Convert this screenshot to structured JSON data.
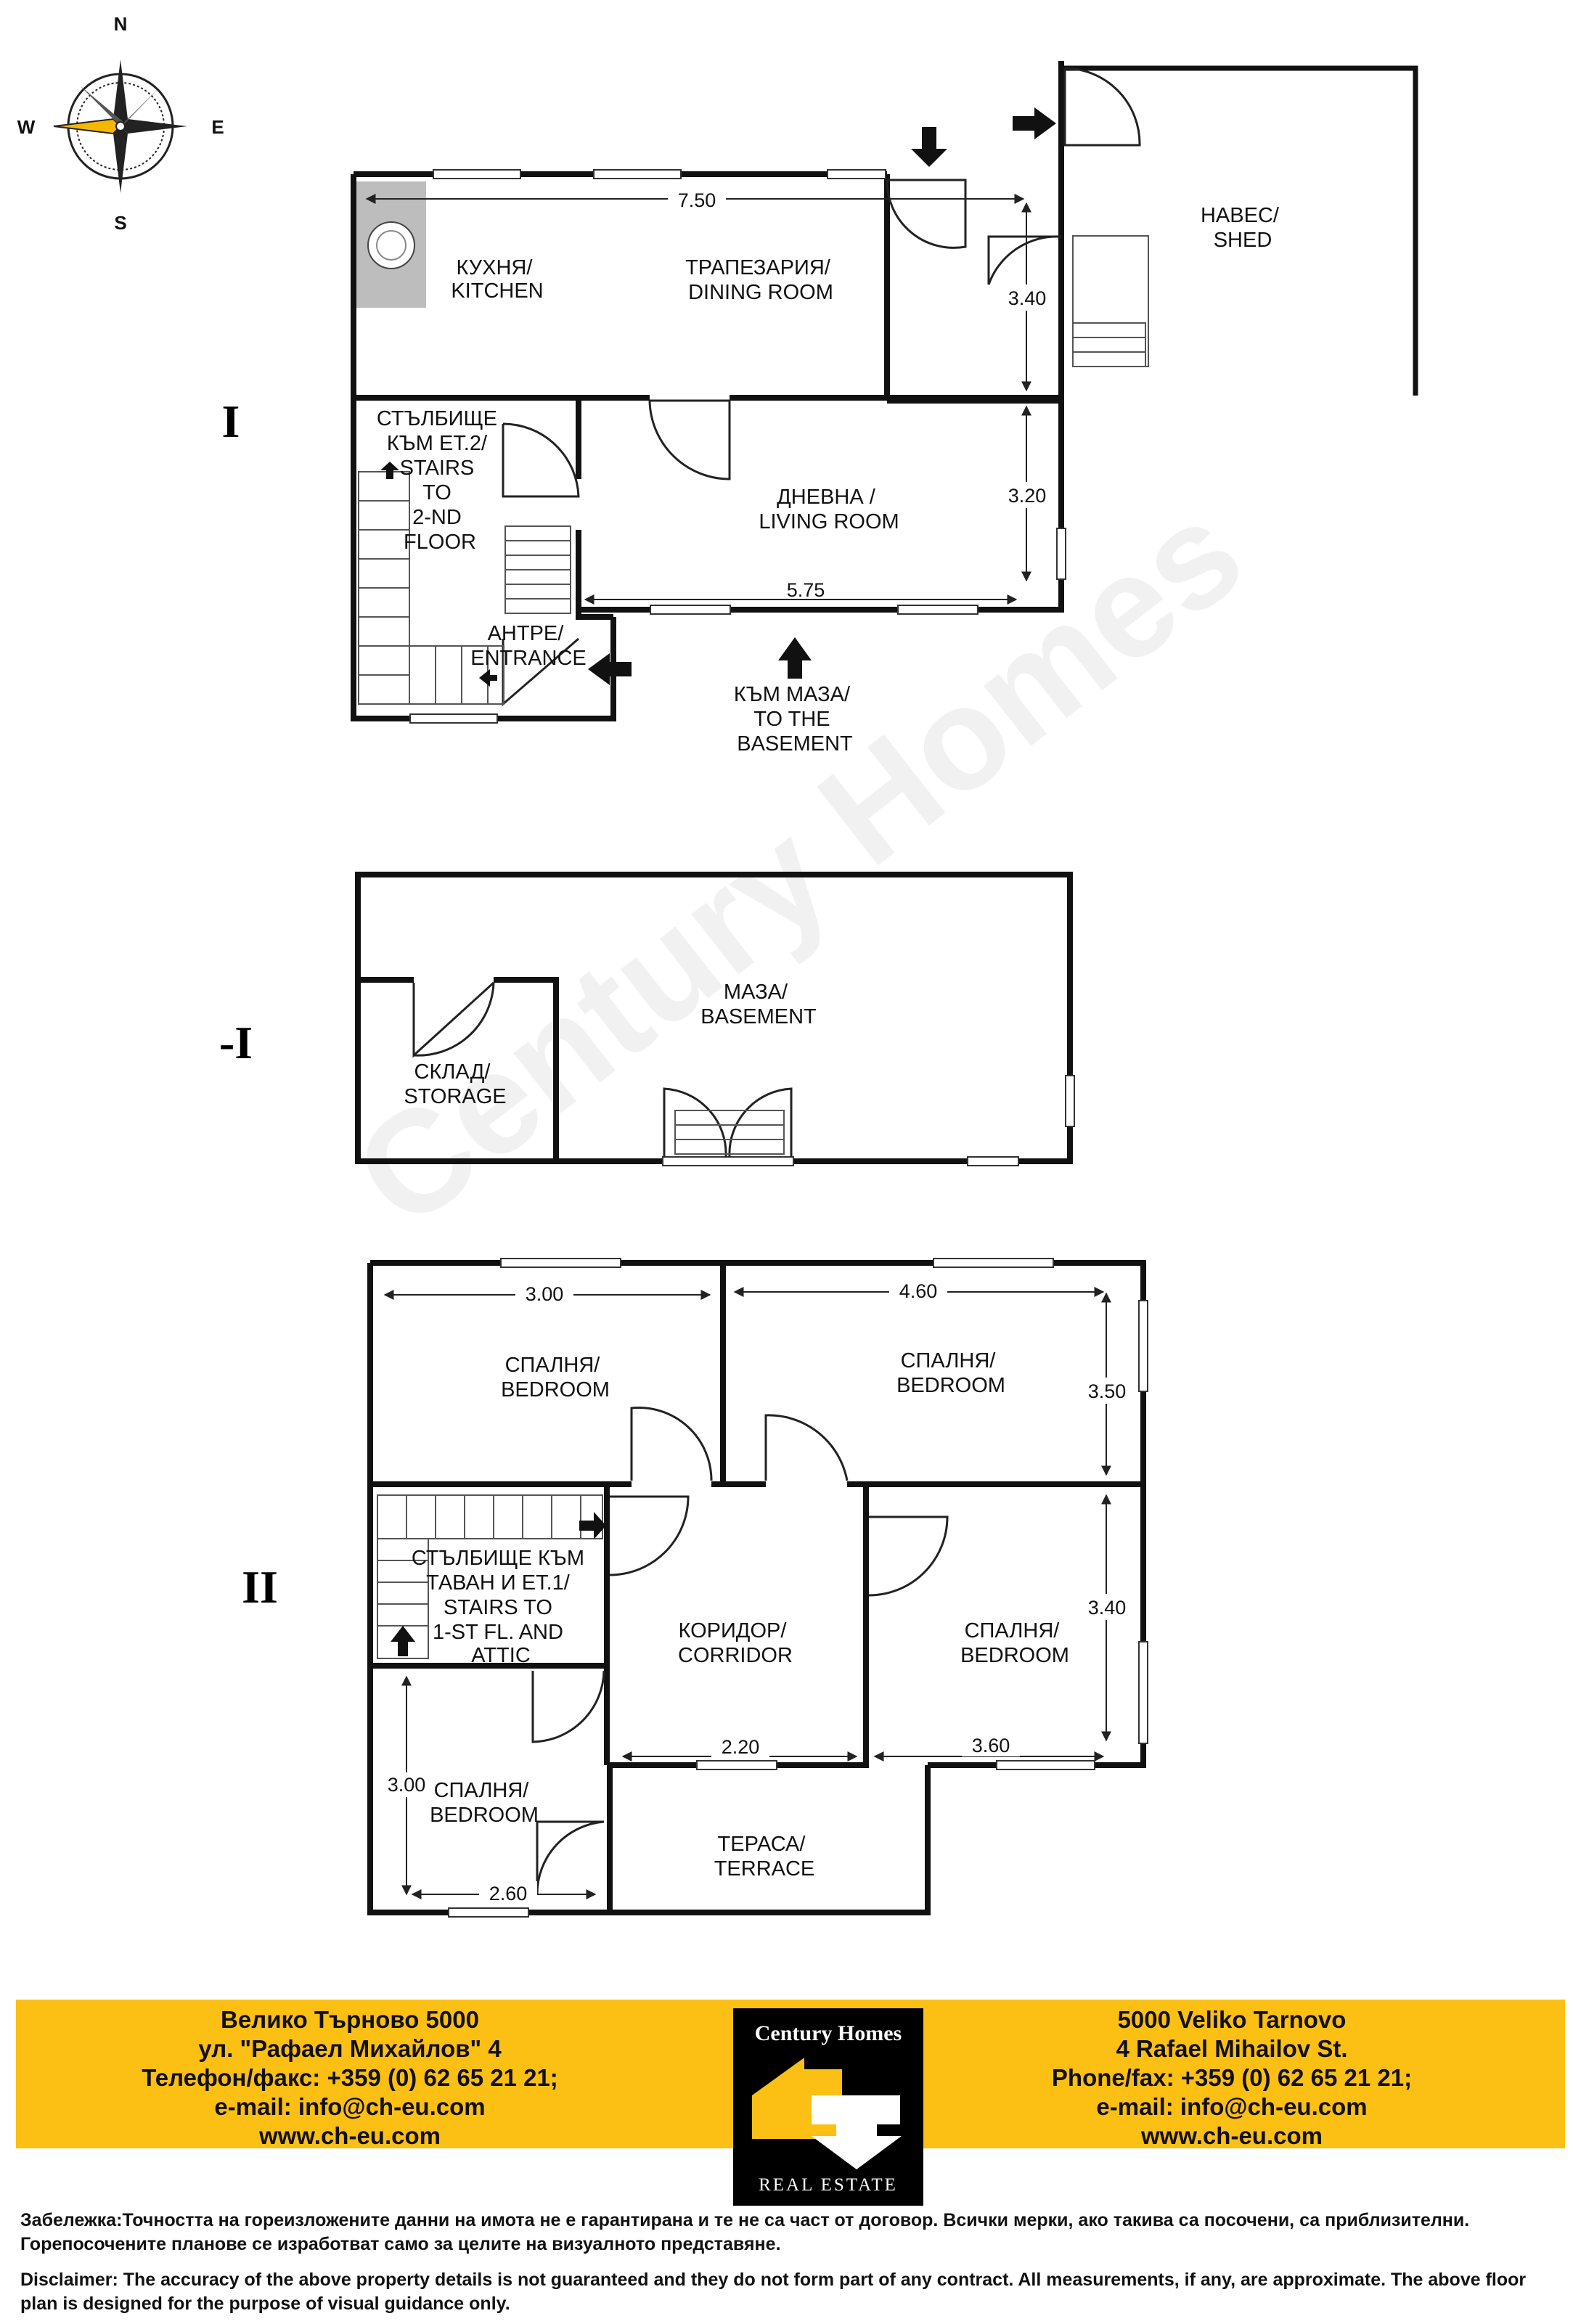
{
  "compass": {
    "n": "N",
    "e": "E",
    "s": "S",
    "w": "W"
  },
  "watermark": "Century Homes",
  "floors": {
    "ground": {
      "label": "I",
      "rooms": {
        "kitchen": [
          "КУХНЯ/",
          "KITCHEN"
        ],
        "dining": [
          "ТРАПЕЗАРИЯ/",
          "DINING ROOM"
        ],
        "shed": [
          "НАВЕС/",
          "SHED"
        ],
        "stairs": [
          "СТЪЛБИЩЕ",
          "КЪМ ЕТ.2/",
          "STAIRS",
          "TO",
          "2-ND",
          "FLOOR"
        ],
        "living": [
          "ДНЕВНА /",
          "LIVING ROOM"
        ],
        "entrance": [
          "АНТРЕ/",
          "ENTRANCE"
        ],
        "to_basement": [
          "КЪМ МАЗА/",
          "TO THE",
          "BASEMENT"
        ]
      },
      "dims": {
        "dining_w": "7.50",
        "dining_h": "3.40",
        "living_h": "3.20",
        "living_w": "5.75"
      }
    },
    "basement": {
      "label": "-I",
      "rooms": {
        "basement": [
          "МАЗА/",
          "BASEMENT"
        ],
        "storage": [
          "СКЛАД/",
          "STORAGE"
        ]
      }
    },
    "second": {
      "label": "II",
      "rooms": {
        "bed1": [
          "СПАЛНЯ/",
          "BEDROOM"
        ],
        "bed2": [
          "СПАЛНЯ/",
          "BEDROOM"
        ],
        "stairs": [
          "СТЪЛБИЩЕ КЪМ",
          "ТАВАН И ЕТ.1/",
          "STAIRS TO",
          "1-ST FL. AND",
          "ATTIC"
        ],
        "corridor": [
          "КОРИДОР/",
          "CORRIDOR"
        ],
        "bed3": [
          "СПАЛНЯ/",
          "BEDROOM"
        ],
        "bed4": [
          "СПАЛНЯ/",
          "BEDROOM"
        ],
        "terrace": [
          "ТЕРАСА/",
          "TERRACE"
        ]
      },
      "dims": {
        "bed1_w": "3.00",
        "bed2_w": "4.60",
        "bed2_h": "3.50",
        "bed3_h": "3.40",
        "corridor_w": "2.20",
        "bed3_w": "3.60",
        "bed4_h": "3.00",
        "bed4_w": "2.60"
      }
    }
  },
  "footer": {
    "left": [
      "Велико Търново 5000",
      "ул. \"Рафаел Михайлов\" 4",
      "Телефон/факс: +359 (0) 62 65 21 21;",
      "e-mail: info@ch-eu.com",
      "www.ch-eu.com"
    ],
    "right": [
      "5000 Veliko Tarnovo",
      "4 Rafael Mihailov St.",
      "Phone/fax: +359 (0) 62 65 21 21;",
      "e-mail: info@ch-eu.com",
      "www.ch-eu.com"
    ],
    "logo_name": "Century Homes",
    "logo_sub": "REAL ESTATE",
    "logo_color": "#fcbf13"
  },
  "notes": {
    "bg": "Забележка:Точността на гореизложените данни на имота не е гарантирана и те не са част от договор. Всички мерки, ако такива са посочени, са приблизителни. Горепосочените планове се изработват само за целите на визуалното представяне.",
    "en": "Disclaimer: The accuracy of the above property details is not guaranteed and they do not form part of any contract. All measurements, if any, are approximate. The above floor plan is designed for the purpose of visual guidance only."
  }
}
